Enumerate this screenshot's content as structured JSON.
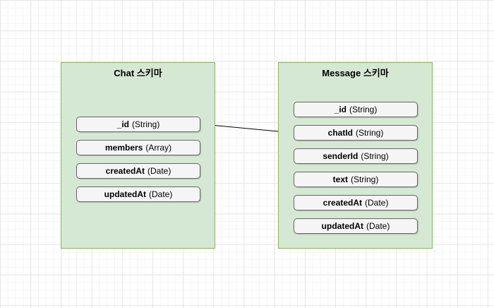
{
  "diagram": {
    "entities": [
      {
        "title": "Chat 스키마",
        "fields": [
          {
            "name": "_id",
            "type": "(String)"
          },
          {
            "name": "members",
            "type": "(Array)"
          },
          {
            "name": "createdAt",
            "type": "(Date)"
          },
          {
            "name": "updatedAt",
            "type": "(Date)"
          }
        ]
      },
      {
        "title": "Message 스키마",
        "fields": [
          {
            "name": "_id",
            "type": "(String)"
          },
          {
            "name": "chatId",
            "type": "(String)"
          },
          {
            "name": "senderId",
            "type": "(String)"
          },
          {
            "name": "text",
            "type": "(String)"
          },
          {
            "name": "createdAt",
            "type": "(Date)"
          },
          {
            "name": "updatedAt",
            "type": "(Date)"
          }
        ]
      }
    ],
    "relationship": {
      "from_entity": "Message 스키마",
      "from_field": "chatId",
      "to_entity": "Chat 스키마",
      "to_field": "_id"
    },
    "colors": {
      "entity_fill": "#d5e8d4",
      "entity_border": "#82b366",
      "field_fill": "#f5f5f5",
      "field_border": "#666666",
      "arrow": "#000000",
      "grid_minor": "#f4f4f4",
      "grid_major": "#e6e6e6"
    }
  }
}
